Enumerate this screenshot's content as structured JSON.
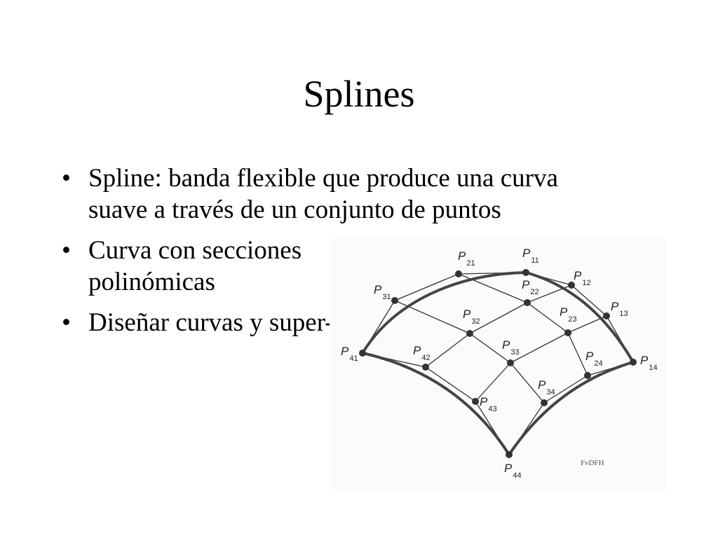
{
  "slide": {
    "title": "Splines",
    "bullets": [
      {
        "mark": "•",
        "text": "Spline: banda flexible que produce una curva suave a través de un conjunto de puntos"
      },
      {
        "mark": "•",
        "text": "Curva con secciones polinómicas"
      },
      {
        "mark": "•",
        "text": "Diseñar curvas y super-ficies"
      }
    ]
  },
  "diagram": {
    "credit": "FvDFH",
    "point_letter": "P",
    "points": [
      {
        "id": "11",
        "sub": "11"
      },
      {
        "id": "12",
        "sub": "12"
      },
      {
        "id": "13",
        "sub": "13"
      },
      {
        "id": "14",
        "sub": "14"
      },
      {
        "id": "21",
        "sub": "21"
      },
      {
        "id": "22",
        "sub": "22"
      },
      {
        "id": "23",
        "sub": "23"
      },
      {
        "id": "24",
        "sub": "24"
      },
      {
        "id": "31",
        "sub": "31"
      },
      {
        "id": "32",
        "sub": "32"
      },
      {
        "id": "33",
        "sub": "33"
      },
      {
        "id": "34",
        "sub": "34"
      },
      {
        "id": "41",
        "sub": "41"
      },
      {
        "id": "42",
        "sub": "42"
      },
      {
        "id": "43",
        "sub": "43"
      },
      {
        "id": "44",
        "sub": "44"
      }
    ],
    "colors": {
      "line": "#333333",
      "point": "#333333",
      "bold_curve": "#444444"
    }
  }
}
